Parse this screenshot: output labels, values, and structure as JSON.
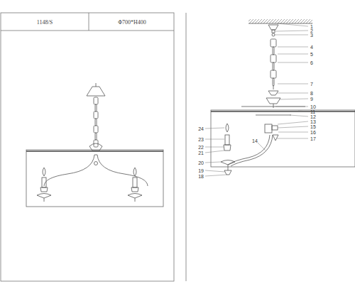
{
  "diagram": {
    "labels": [
      "1148/S",
      "Φ700*H400",
      "1",
      "2",
      "3",
      "4",
      "5",
      "6",
      "7",
      "8",
      "9",
      "10",
      "11",
      "12",
      "13",
      "14",
      "15",
      "16",
      "17",
      "18",
      "19",
      "20",
      "21",
      "22",
      "23",
      "24"
    ]
  }
}
